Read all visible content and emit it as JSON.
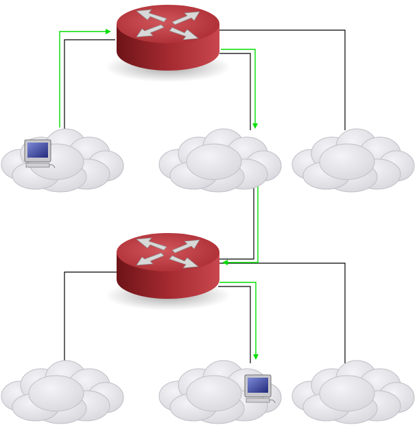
{
  "diagram": {
    "description_visible_text": "",
    "routers": [
      {
        "id": "router-top",
        "icon": "router-icon"
      },
      {
        "id": "router-bottom",
        "icon": "router-icon"
      }
    ],
    "networks": [
      {
        "id": "cloud-top-left",
        "icon": "cloud-icon",
        "has_computer": true
      },
      {
        "id": "cloud-top-center",
        "icon": "cloud-icon",
        "has_computer": false
      },
      {
        "id": "cloud-top-right",
        "icon": "cloud-icon",
        "has_computer": false
      },
      {
        "id": "cloud-bottom-left",
        "icon": "cloud-icon",
        "has_computer": false
      },
      {
        "id": "cloud-bottom-center",
        "icon": "cloud-icon",
        "has_computer": true
      },
      {
        "id": "cloud-bottom-right",
        "icon": "cloud-icon",
        "has_computer": false
      }
    ],
    "colors": {
      "link": "#000000",
      "route": "#00dd00",
      "router_top": "#c8474d",
      "router_body": "#8b1c22",
      "cloud": "#e6e6ea",
      "cloud_stroke": "#bfbfc6"
    }
  }
}
